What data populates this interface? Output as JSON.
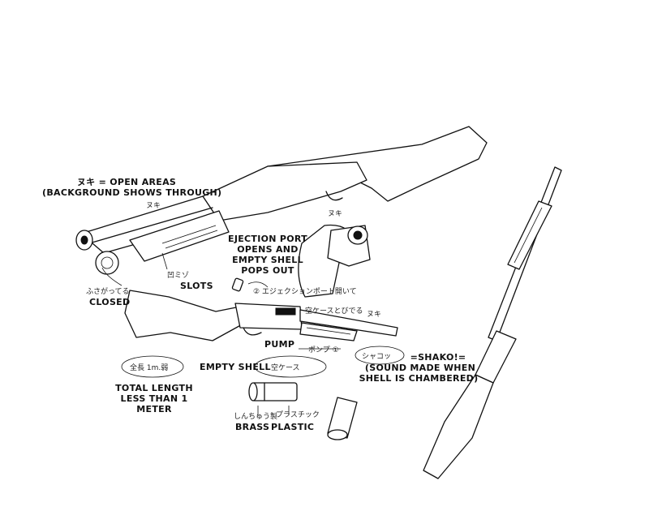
{
  "labels": {
    "nuki_line1": "ヌキ = OPEN AREAS",
    "nuki_line2": "(BACKGROUND SHOWS THROUGH)",
    "slots": "SLOTS",
    "closed": "CLOSED",
    "ejection_1": "EJECTION PORT",
    "ejection_2": "OPENS AND",
    "ejection_3": "EMPTY SHELL",
    "ejection_4": "POPS OUT",
    "pump": "PUMP",
    "shako_1": "シャコッ",
    "shako_2": "=SHAKO!=",
    "shako_3": "(SOUND MADE WHEN",
    "shako_4": "SHELL IS CHAMBERED)",
    "empty_shell": "EMPTY SHELL",
    "total_1": "TOTAL LENGTH",
    "total_2": "LESS THAN 1",
    "total_3": "METER",
    "brass": "BRASS",
    "plastic": "PLASTIC"
  },
  "notes": {
    "nuki_1": "ヌキ",
    "nuki_2": "ヌキ",
    "nuki_3": "ヌキ",
    "slots_jp": "凹ミゾ",
    "closed_jp": "ふさがってる",
    "eject_jp": "② エジェクションポート開いて",
    "case_jp": "空ケースとびでる",
    "pump_jp": "ポンプ ①",
    "length_jp": "全長 1m.弱",
    "empty_jp": "空ケース",
    "brass_jp": "しんちゅう製",
    "plastic_jp": "プラスチック"
  },
  "colors": {
    "ink": "#111111",
    "paper": "#ffffff"
  }
}
